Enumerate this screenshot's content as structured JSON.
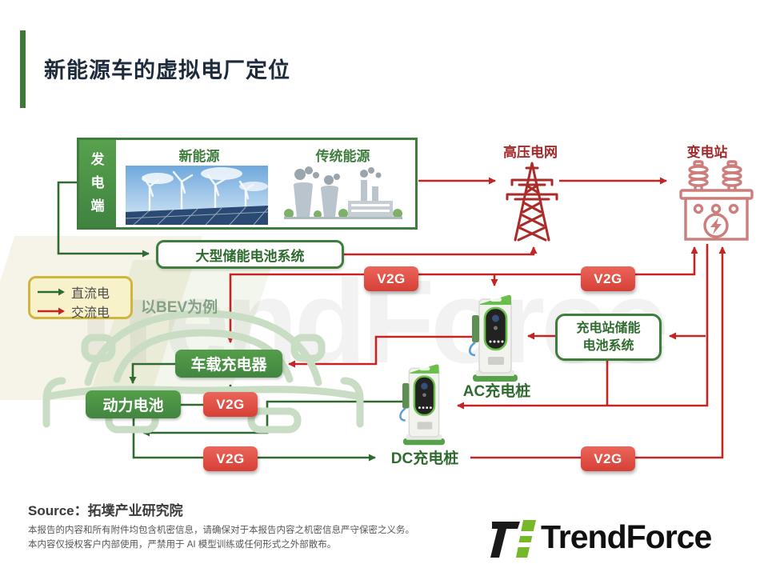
{
  "title": "新能源车的虚拟电厂定位",
  "generation": {
    "side_label": "发电端",
    "new_energy_label": "新能源",
    "traditional_energy_label": "传统能源"
  },
  "grid": {
    "hv_grid_label": "高压电网",
    "substation_label": "变电站",
    "grid_storage_label": "大型储能电池系统",
    "station_storage_line1": "充电站储能",
    "station_storage_line2": "电池系统"
  },
  "legend": {
    "dc_label": "直流电",
    "ac_label": "交流电"
  },
  "bev_note": "以BEV为例",
  "vehicle": {
    "onboard_charger_label": "车载充电器",
    "battery_label": "动力电池"
  },
  "chargers": {
    "ac_pile_label": "AC充电桩",
    "dc_pile_label": "DC充电桩"
  },
  "badge": {
    "v2g_label": "V2G"
  },
  "watermark_text": "TrendForce",
  "icons": {
    "tower": "transmission-tower-icon",
    "substation": "transformer-icon",
    "charger": "ev-charger-icon",
    "new_energy": "wind-solar-photo",
    "traditional_energy": "fossil-plant-illustration",
    "logo": "trendforce-logo-icon"
  },
  "colors": {
    "dc_green": "#2f6b30",
    "ac_red": "#c32524",
    "solid_box_green": "#4f9b48",
    "outline_green": "#3e7d3c",
    "badge_red": "#dd4a41",
    "dark_red_label": "#a32a2a",
    "substation_salmon": "#cc7e7c",
    "title_navy": "#1e2b3c",
    "legend_gold": "#d2b53d"
  },
  "footer": {
    "source": "Source：拓墣产业研究院",
    "disclaimer_line1": "本报告的内容和所有附件均包含机密信息，请确保对于本报告内容之机密信息严守保密之义务。",
    "disclaimer_line2": "本内容仅授权客户内部使用，严禁用于 AI 模型训练或任何形式之外部散布。",
    "logo_text": "TrendForce"
  }
}
